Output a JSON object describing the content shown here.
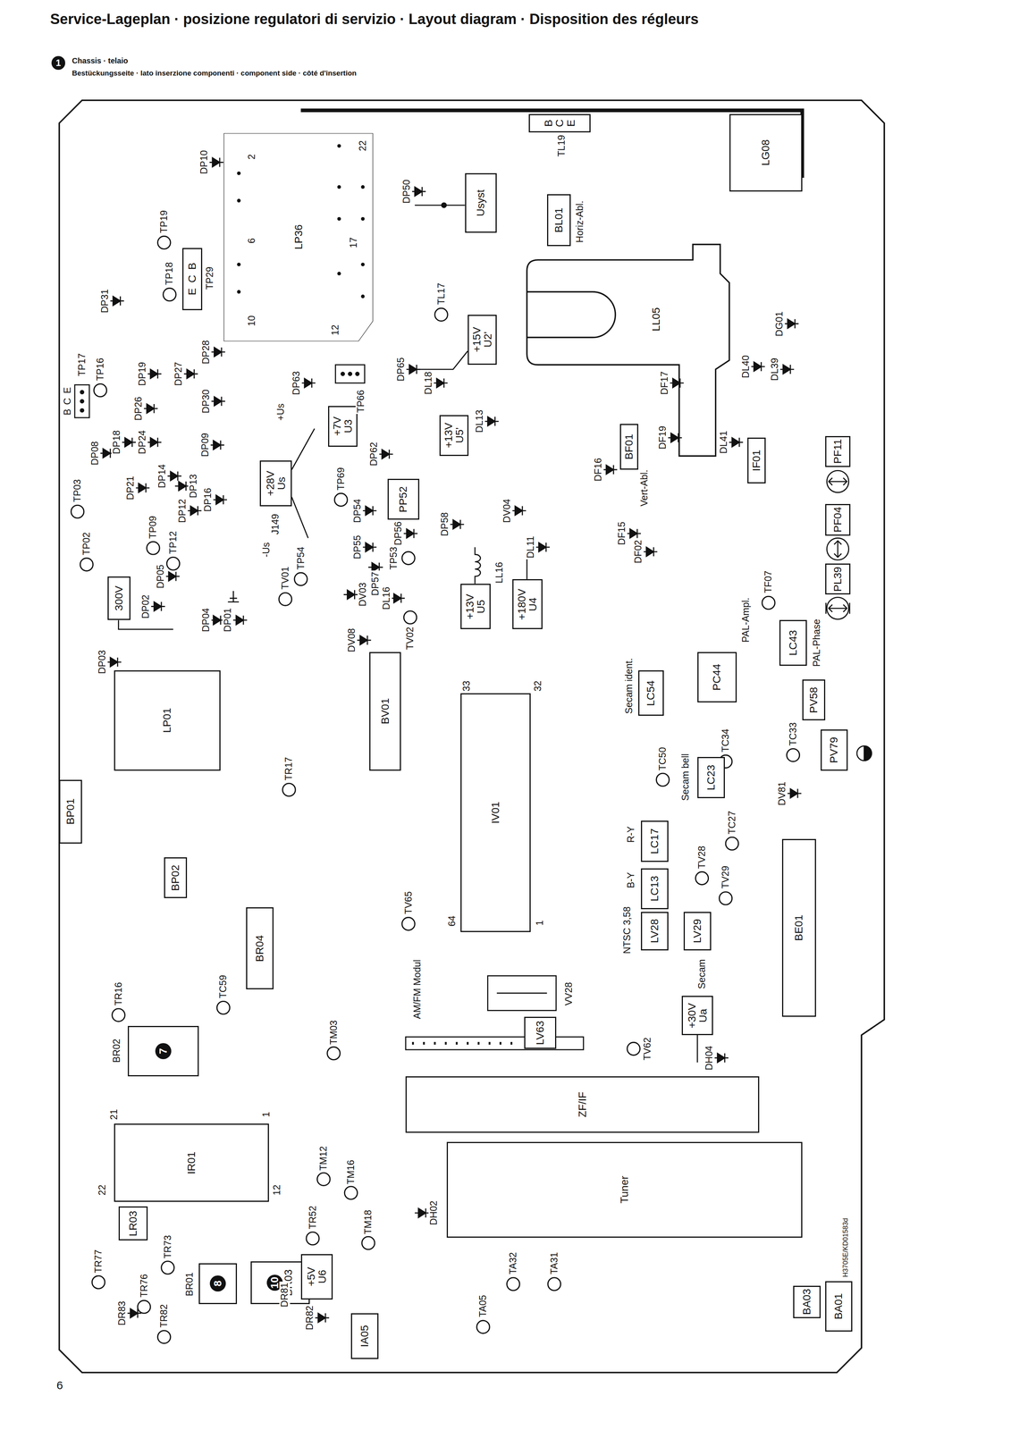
{
  "diagram": {
    "title": "Service-Lageplan · posizione regulatori di servizio · Layout diagram · Disposition des régleurs",
    "nodes": [
      {
        "text": [
          "LP36"
        ]
      },
      {
        "text": [
          "B",
          "C",
          "E"
        ]
      },
      {
        "text": [
          "Usyst"
        ]
      },
      {
        "text": [
          "BL01"
        ]
      },
      {
        "text": [
          "LG08"
        ]
      },
      {
        "text": [
          "E",
          "C",
          "B"
        ]
      },
      {
        "text": [
          "LL05"
        ]
      },
      {
        "text": [
          "+15V",
          "U2'"
        ]
      },
      {
        "text": [
          "+7V",
          "U3"
        ]
      },
      {
        "text": [
          "+28V",
          "Us"
        ]
      },
      {
        "text": [
          "+13V",
          "U5'"
        ]
      },
      {
        "text": [
          "PP52"
        ]
      },
      {
        "text": [
          "BF01"
        ]
      },
      {
        "text": [
          "IF01"
        ]
      },
      {
        "text": [
          "PF11"
        ]
      },
      {
        "text": [
          "PF04"
        ]
      },
      {
        "text": [
          "PL39"
        ]
      },
      {
        "text": [
          "300V"
        ]
      },
      {
        "text": [
          "LP01"
        ]
      },
      {
        "text": [
          "BV01"
        ]
      },
      {
        "text": [
          "IV01"
        ]
      },
      {
        "text": [
          "+13V",
          "U5"
        ]
      },
      {
        "text": [
          "+180V",
          "U4"
        ]
      },
      {
        "text": [
          "LC54"
        ]
      },
      {
        "text": [
          "PC44"
        ]
      },
      {
        "text": [
          "LC43"
        ]
      },
      {
        "text": [
          "PV58"
        ]
      },
      {
        "text": [
          "PV79"
        ]
      },
      {
        "text": [
          "LC23"
        ]
      },
      {
        "text": [
          "LC17"
        ]
      },
      {
        "text": [
          "LC13"
        ]
      },
      {
        "text": [
          "LV28"
        ]
      },
      {
        "text": [
          "LV29"
        ]
      },
      {
        "text": [
          "BE01"
        ]
      },
      {
        "text": [
          "+30V",
          "Ua"
        ]
      },
      {
        "text": [
          "BP01"
        ]
      },
      {
        "text": [
          "BP02"
        ]
      },
      {
        "text": [
          "BR04"
        ]
      },
      {
        "text": [
          "7"
        ]
      },
      {
        "text": [
          "IR01"
        ]
      },
      {
        "text": [
          "LR03"
        ]
      },
      {
        "text": [
          "8"
        ]
      },
      {
        "text": [
          "10",
          "BR03"
        ]
      },
      {
        "text": [
          "+5V",
          "U6"
        ]
      },
      {
        "text": [
          "IA05"
        ]
      },
      {
        "text": [
          "LV63"
        ]
      },
      {
        "text": [
          "ZF/IF"
        ]
      },
      {
        "text": [
          "Tuner"
        ]
      },
      {
        "text": [
          "BA03"
        ]
      },
      {
        "text": [
          "BA01"
        ]
      }
    ],
    "labels": [
      "1",
      "Chassis · telaio",
      "Bestückungsseite · lato inserzione componenti · component side · côté d'insertion",
      "6",
      "H3705E/KD01583d",
      "DP10",
      "2",
      "22",
      "6",
      "17",
      "10",
      "12",
      "DP50",
      "TL19",
      "Horiz-Abl.",
      "TP19",
      "TP18",
      "DP31",
      "TP29",
      "TL17",
      "DP28",
      "B",
      "C",
      "E",
      "TP17",
      "TP16",
      "DP19",
      "DP27",
      "DP26",
      "DP30",
      "DP63",
      "TP66",
      "DP65",
      "DL18",
      "DL13",
      "+Us",
      "DP62",
      "DP08",
      "DP18",
      "DP24",
      "DP09",
      "DP14",
      "DP21",
      "DP13",
      "DP16",
      "DP12",
      "TP03",
      "TP02",
      "TP09",
      "TP12",
      "DP05",
      "DP02",
      "DP03",
      "DP04",
      "DP01",
      "J149",
      "-Us",
      "TP69",
      "DP54",
      "DP55",
      "DP56",
      "TP53",
      "TP54",
      "DV03",
      "DP57",
      "DL16",
      "TV01",
      "DV08",
      "TV02",
      "DP58",
      "DV04",
      "DL11",
      "LL16",
      "DF16",
      "DF17",
      "DF19",
      "Vert-Abl.",
      "DF15",
      "DF02",
      "DL41",
      "DL40",
      "DL39",
      "DG01",
      "TF07",
      "Secam ident.",
      "PAL-Ampl.",
      "PAL-Phase",
      "TC34",
      "TC33",
      "TC50",
      "Secam bell",
      "TC27",
      "DV81",
      "R-Y",
      "B-Y",
      "TV28",
      "TV29",
      "NTSC 3,58",
      "Secam",
      "33",
      "32",
      "64",
      "1",
      "TR17",
      "TV65",
      "BR02",
      "TR16",
      "TC59",
      "TM03",
      "AM/FM Modul",
      "VV28",
      "TV62",
      "DH04",
      "21",
      "1",
      "22",
      "12",
      "TM12",
      "TM16",
      "TR52",
      "TM18",
      "DH02",
      "TR77",
      "TR73",
      "TR76",
      "BR01",
      "TR82",
      "DR83",
      "DR81",
      "DR82",
      "TA05",
      "TA32",
      "TA31"
    ]
  }
}
